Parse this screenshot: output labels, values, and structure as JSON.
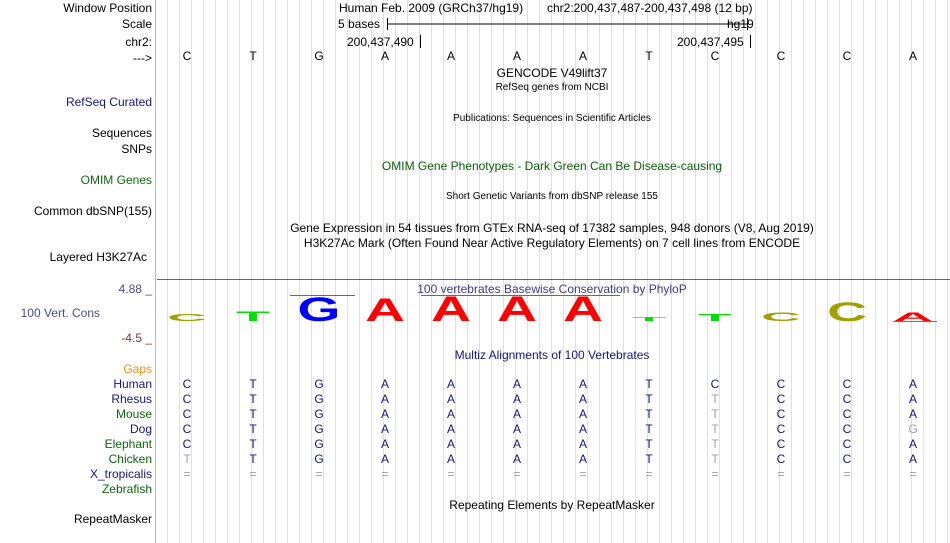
{
  "labels": {
    "window_position": "Window Position",
    "scale": "Scale",
    "chrom": "chr2:",
    "strand": "--->",
    "refseq_curated": "RefSeq Curated",
    "sequences": "Sequences",
    "snps": "SNPs",
    "omim_genes": "OMIM Genes",
    "common_dbsnp": "Common dbSNP(155)",
    "layered_h3k27ac": "Layered H3K27Ac",
    "vert_cons": "100 Vert. Cons",
    "cons_max": "4.88 _",
    "cons_min": "-4.5 _",
    "gaps": "Gaps",
    "repeatmasker": "RepeatMasker"
  },
  "header": {
    "assembly": "Human Feb. 2009 (GRCh37/hg19)",
    "position": "chr2:200,437,487-200,437,498 (12 bp)",
    "scale_label": "5 bases",
    "scale_db": "hg19",
    "tick_left": "200,437,490",
    "tick_right": "200,437,495"
  },
  "sequence": [
    "C",
    "T",
    "G",
    "A",
    "A",
    "A",
    "A",
    "T",
    "C",
    "C",
    "C",
    "A"
  ],
  "tracks": {
    "gencode": "GENCODE V49lift37",
    "refseq": "RefSeq genes from NCBI",
    "publications": "Publications: Sequences in Scientific Articles",
    "omim_pheno": "OMIM Gene Phenotypes - Dark Green Can Be Disease-causing",
    "dbsnp": "Short Genetic Variants from dbSNP release 155",
    "gtex": "Gene Expression in 54 tissues from GTEx RNA-seq of 17382 samples, 948 donors (V8, Aug 2019)",
    "h3k27ac": "H3K27Ac Mark (Often Found Near Active Regulatory Elements) on 7 cell lines from ENCODE",
    "phylop": "100 vertebrates Basewise Conservation by PhyloP",
    "multiz": "Multiz Alignments of 100 Vertebrates",
    "repeats": "Repeating Elements by RepeatMasker"
  },
  "conservation_logo": [
    {
      "base": "C",
      "score": 0.3
    },
    {
      "base": "T",
      "score": 0.4
    },
    {
      "base": "G",
      "score": 1.0
    },
    {
      "base": "A",
      "score": 0.95
    },
    {
      "base": "A",
      "score": 1.05
    },
    {
      "base": "A",
      "score": 1.05
    },
    {
      "base": "A",
      "score": 1.05
    },
    {
      "base": "T",
      "score": 0.15
    },
    {
      "base": "T",
      "score": 0.3
    },
    {
      "base": "C",
      "score": 0.35
    },
    {
      "base": "C",
      "score": 0.8
    },
    {
      "base": "A",
      "score": 0.35
    }
  ],
  "logo_colors": {
    "A": "#ff0000",
    "C": "#a0a000",
    "G": "#0000ff",
    "T": "#00e000"
  },
  "alignment": [
    {
      "species": "Human",
      "group": "navy",
      "bases": [
        "C",
        "T",
        "G",
        "A",
        "A",
        "A",
        "A",
        "T",
        "C",
        "C",
        "C",
        "A"
      ],
      "lite": []
    },
    {
      "species": "Rhesus",
      "group": "navy",
      "bases": [
        "C",
        "T",
        "G",
        "A",
        "A",
        "A",
        "A",
        "T",
        "T",
        "C",
        "C",
        "A"
      ],
      "lite": [
        8
      ]
    },
    {
      "species": "Mouse",
      "group": "green",
      "bases": [
        "C",
        "T",
        "G",
        "A",
        "A",
        "A",
        "A",
        "T",
        "T",
        "C",
        "C",
        "A"
      ],
      "lite": [
        8
      ]
    },
    {
      "species": "Dog",
      "group": "navy",
      "bases": [
        "C",
        "T",
        "G",
        "A",
        "A",
        "A",
        "A",
        "T",
        "T",
        "C",
        "C",
        "G"
      ],
      "lite": [
        8,
        11
      ]
    },
    {
      "species": "Elephant",
      "group": "green",
      "bases": [
        "C",
        "T",
        "G",
        "A",
        "A",
        "A",
        "A",
        "T",
        "T",
        "C",
        "C",
        "A"
      ],
      "lite": [
        8
      ]
    },
    {
      "species": "Chicken",
      "group": "green",
      "bases": [
        "T",
        "T",
        "G",
        "A",
        "A",
        "A",
        "A",
        "T",
        "T",
        "C",
        "C",
        "A"
      ],
      "lite": [
        0,
        8
      ]
    },
    {
      "species": "X_tropicalis",
      "group": "navy",
      "bases": [
        "=",
        "=",
        "=",
        "=",
        "=",
        "=",
        "=",
        "=",
        "=",
        "=",
        "=",
        "="
      ],
      "lite": [
        0,
        1,
        2,
        3,
        4,
        5,
        6,
        7,
        8,
        9,
        10,
        11
      ]
    },
    {
      "species": "Zebrafish",
      "group": "green",
      "bases": [],
      "lite": []
    }
  ]
}
